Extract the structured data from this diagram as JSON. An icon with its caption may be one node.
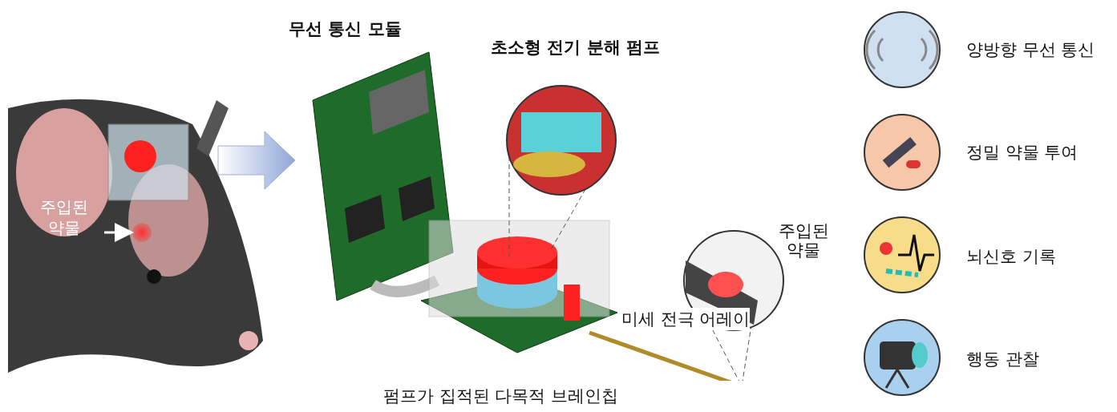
{
  "diagram": {
    "caption": "펌프가 집적된 다목적 브레인칩",
    "nodes": [
      {
        "text": [],
        "shape": "picture"
      },
      {
        "text": [
          "주입된 약물"
        ],
        "in": 0
      },
      {
        "text": [],
        "shape": "circle",
        "in": 0
      },
      {
        "text": [],
        "shape": "picture"
      }
    ],
    "edges": [
      {
        "from": 1,
        "to": 2,
        "arrow": "to"
      },
      {
        "from": 0,
        "to": 3,
        "arrow": "to"
      }
    ],
    "labels": [
      "무선 통신 모듈",
      "초소형 전기 분해 펌프",
      "주입된 약물",
      "미세 전극 어레이",
      "양방향 무선 통신",
      "정밀 약물 투여",
      "뇌신호 기록",
      "행동 관찰"
    ]
  }
}
